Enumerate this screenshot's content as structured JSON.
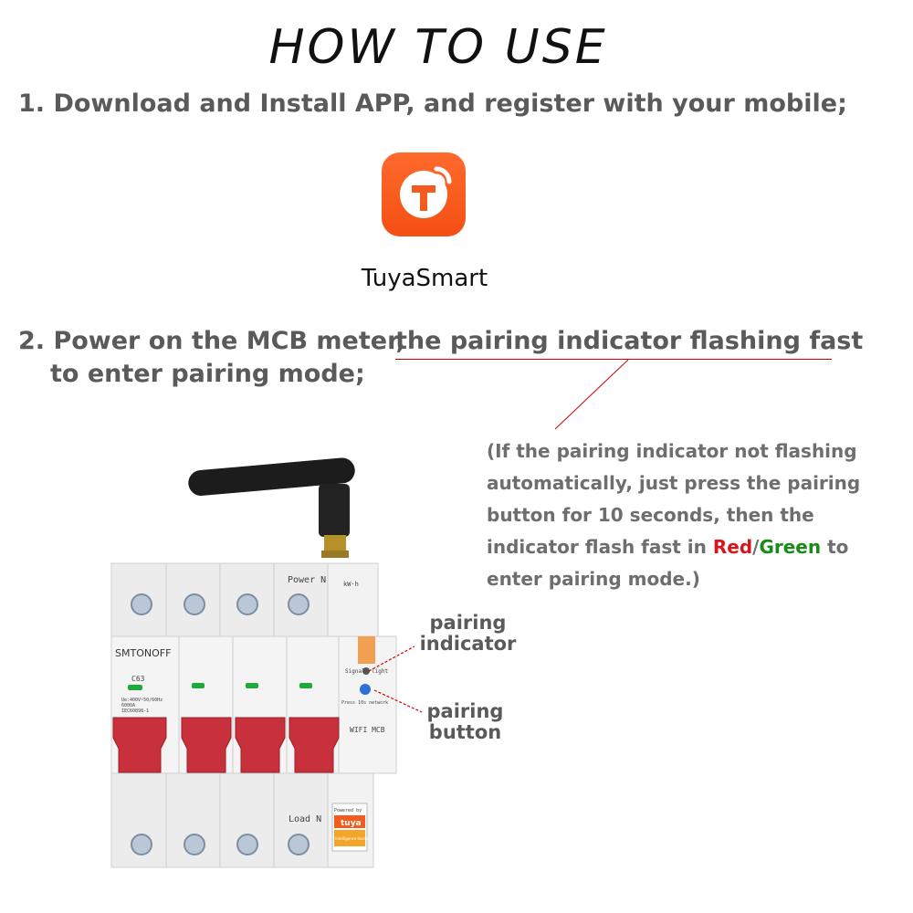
{
  "title": "HOW TO USE",
  "step1": "1. Download and Install APP, and register with your mobile;",
  "app": {
    "name": "TuyaSmart",
    "color": "#f55a1e"
  },
  "step2": {
    "prefix": "2. Power on the MCB meter,",
    "highlight": "the pairing indicator flashing fast",
    "line2": "to enter pairing mode;"
  },
  "note": {
    "part1": "(If the pairing indicator not flashing automatically, just press the pairing button for 10 seconds, then the indicator flash fast in",
    "red": "Red",
    "slash": "/",
    "green": "Green",
    "part2": "to enter pairing mode.)"
  },
  "callouts": {
    "indicator": "pairing indicator",
    "button": "pairing button"
  },
  "device": {
    "brand": "SMTONOFF",
    "model": "C63",
    "spec1": "Ue:400V~50/60Hz",
    "spec2": "6000A",
    "spec3": "IEC60898-1",
    "power_label": "Power N",
    "load_label": "Load N",
    "meter_label": "kW·h",
    "signal_label": "Signal",
    "light_label": "light",
    "press_label": "Press 10s network",
    "wifi_label": "WIFI MCB",
    "badge_top": "Powered by",
    "badge_brand": "tuya",
    "badge_sub": "Intelligence Inside"
  }
}
